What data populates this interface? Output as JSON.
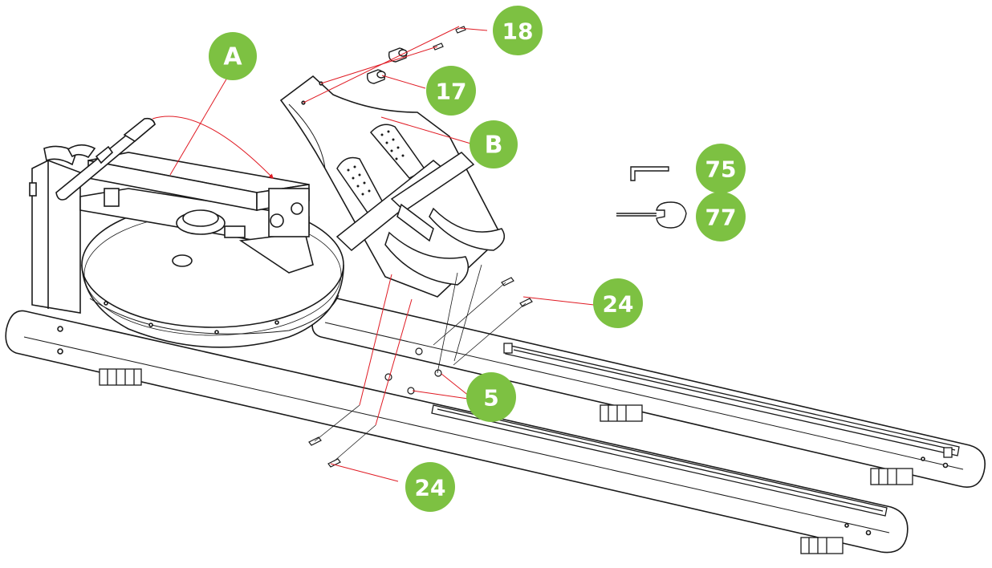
{
  "diagram": {
    "colors": {
      "badge": "#7dc142",
      "badge_text": "#ffffff",
      "leader": "#e01b24",
      "line": "#1a1a1a"
    },
    "callouts": {
      "A": "A",
      "B": "B",
      "p18": "18",
      "p17": "17",
      "p75": "75",
      "p77": "77",
      "p24_right": "24",
      "p5": "5",
      "p24_bottom": "24"
    }
  }
}
